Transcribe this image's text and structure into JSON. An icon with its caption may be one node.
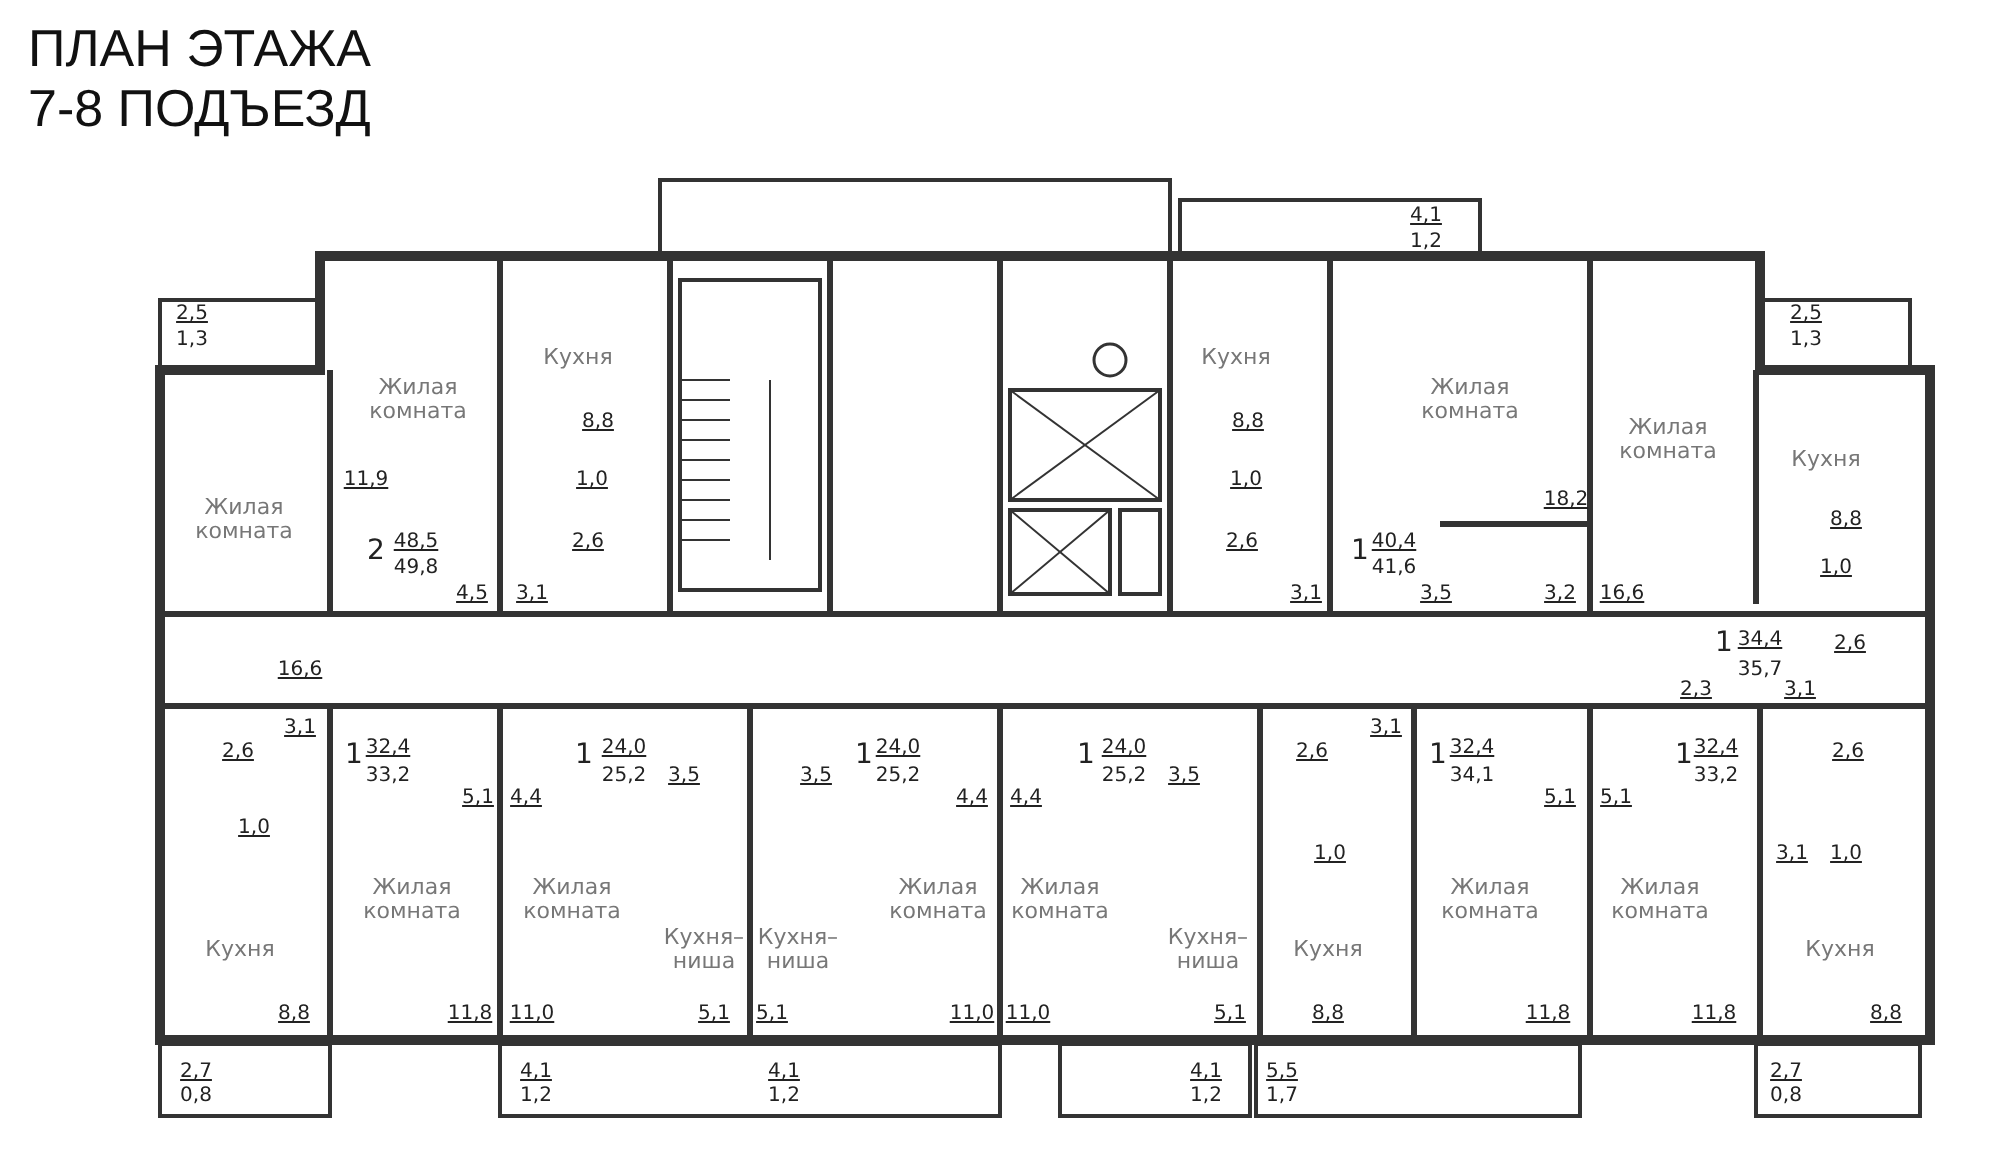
{
  "diagram": {
    "title": "ПЛАН ЭТАЖА 7-8 ПОДЪЕЗД",
    "labels": [
      "4,1",
      "1,2",
      "2,5",
      "2,5",
      "1,3",
      "1,3",
      "Кухня",
      "Кухня",
      "Жилая комната",
      "Жилая комната",
      "8,8",
      "8,8",
      "Жилая комната",
      "Кухня",
      "11,9",
      "1,0",
      "1,0",
      "18,2",
      "Жилая комната",
      "8,8",
      "2",
      "48,5",
      "2,6",
      "2,6",
      "1",
      "40,4",
      "49,8",
      "41,6",
      "1,0",
      "4,5",
      "3,1",
      "3,1",
      "3,5",
      "3,2",
      "16,6",
      "1",
      "34,4",
      "2,6",
      "16,6",
      "35,7",
      "2,3",
      "3,1",
      "3,1",
      "3,1",
      "2,6",
      "1",
      "32,4",
      "1",
      "24,0",
      "1",
      "24,0",
      "1",
      "24,0",
      "2,6",
      "1",
      "32,4",
      "1",
      "32,4",
      "2,6",
      "33,2",
      "25,2",
      "3,5",
      "3,5",
      "25,2",
      "25,2",
      "3,5",
      "34,1",
      "33,2",
      "5,1",
      "4,4",
      "4,4",
      "4,4",
      "5,1",
      "5,1",
      "1,0",
      "1,0",
      "3,1",
      "1,0",
      "Жилая комната",
      "Жилая комната",
      "Жилая комната",
      "Жилая комната",
      "Жилая комната",
      "Жилая комната",
      "Кухня",
      "Кухня–ниша",
      "Кухня–ниша",
      "Кухня–ниша",
      "Кухня",
      "Кухня",
      "8,8",
      "11,8",
      "11,0",
      "5,1",
      "5,1",
      "11,0",
      "11,0",
      "5,1",
      "8,8",
      "11,8",
      "11,8",
      "8,8",
      "2,7",
      "4,1",
      "4,1",
      "4,1",
      "5,5",
      "2,7",
      "0,8",
      "1,2",
      "1,2",
      "1,2",
      "1,7",
      "0,8"
    ]
  }
}
